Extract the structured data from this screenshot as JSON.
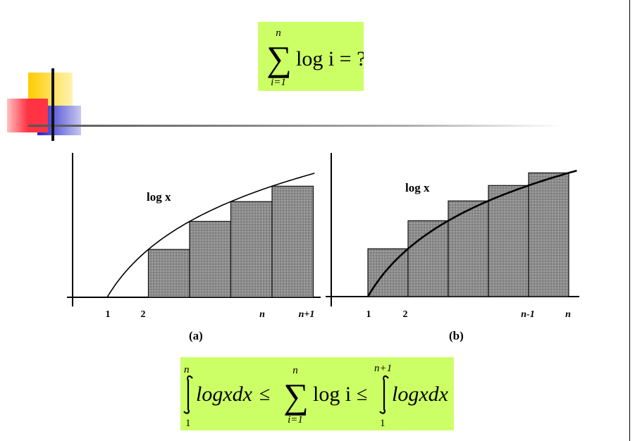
{
  "slide": {
    "accent_colors": {
      "formula_bg": "#ccff66",
      "yellow": "#ffcc00",
      "red": "#ff3344",
      "blue": "#2222cc",
      "rule": "#777777",
      "bar_fill": "#8c8c8c"
    },
    "top_formula": {
      "sum_symbol": "∑",
      "upper": "n",
      "lower": "i=1",
      "body": "log i = ?"
    },
    "bottom_formula": {
      "int1_upper": "n",
      "int1_lower": "1",
      "int1_body": "logxdx",
      "le1": "≤",
      "sum_upper": "n",
      "sum_lower": "i=1",
      "sum_body": "log i",
      "le2": "≤",
      "int2_upper": "n+1",
      "int2_lower": "1",
      "int2_body": "logxdx"
    }
  },
  "chart_data": [
    {
      "type": "bar",
      "panel_label": "(a)",
      "curve_label": "log x",
      "x_ticks": [
        "1",
        "2",
        "n",
        "n+1"
      ],
      "bars": [
        {
          "x_start": 2,
          "height": 0.693
        },
        {
          "x_start": 3,
          "height": 1.099
        },
        {
          "x_start": 4,
          "height": 1.386
        },
        {
          "x_start": 5,
          "height": 1.609
        }
      ],
      "curve": "log x"
    },
    {
      "type": "bar",
      "panel_label": "(b)",
      "curve_label": "log x",
      "x_ticks": [
        "1",
        "2",
        "n-1",
        "n"
      ],
      "bars": [
        {
          "x_start": 1,
          "height": 0.693
        },
        {
          "x_start": 2,
          "height": 1.099
        },
        {
          "x_start": 3,
          "height": 1.386
        },
        {
          "x_start": 4,
          "height": 1.609
        },
        {
          "x_start": 5,
          "height": 1.792
        }
      ],
      "curve": "log x"
    }
  ]
}
